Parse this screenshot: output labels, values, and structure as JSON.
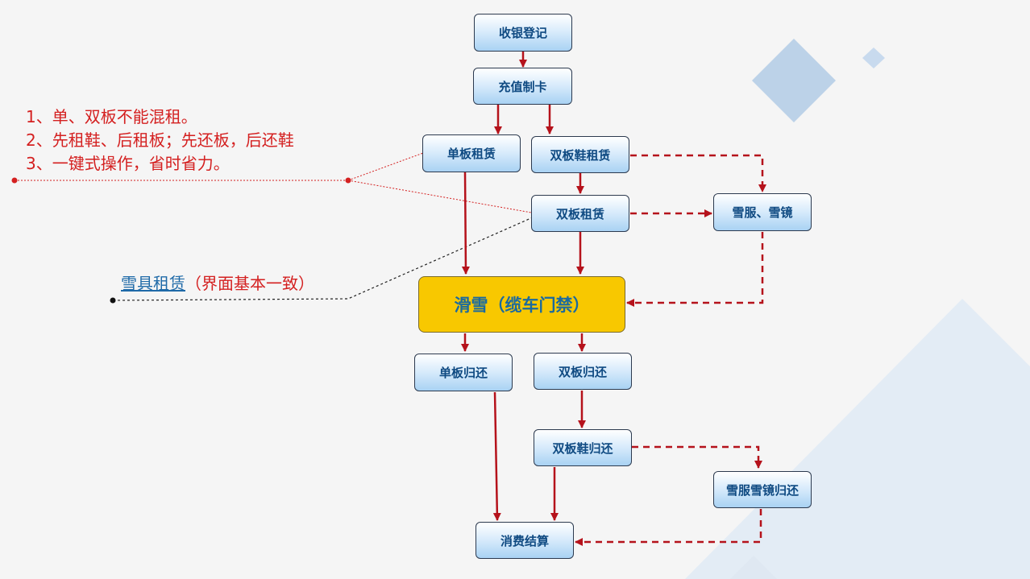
{
  "notes": [
    "1、单、双板不能混租。",
    "2、先租鞋、后租板；先还板，后还鞋",
    "3、一键式操作，省时省力。"
  ],
  "link": {
    "label": "雪具租赁",
    "suffix": "（界面基本一致）"
  },
  "nodes": {
    "register": "收银登记",
    "recharge": "充值制卡",
    "single_rent": "单板租赁",
    "double_shoe_rent": "双板鞋租赁",
    "double_rent": "双板租赁",
    "suit_goggles": "雪服、雪镜",
    "skiing": "滑雪（缆车门禁）",
    "single_return": "单板归还",
    "double_return": "双板归还",
    "double_shoe_return": "双板鞋归还",
    "suit_goggles_return": "雪服雪镜归还",
    "settlement": "消费结算"
  },
  "colors": {
    "arrow": "#b5121b",
    "note_text": "#d42020",
    "node_text": "#0f4a82",
    "main_node": "#f8c800",
    "link_text": "#1f6aa8"
  }
}
